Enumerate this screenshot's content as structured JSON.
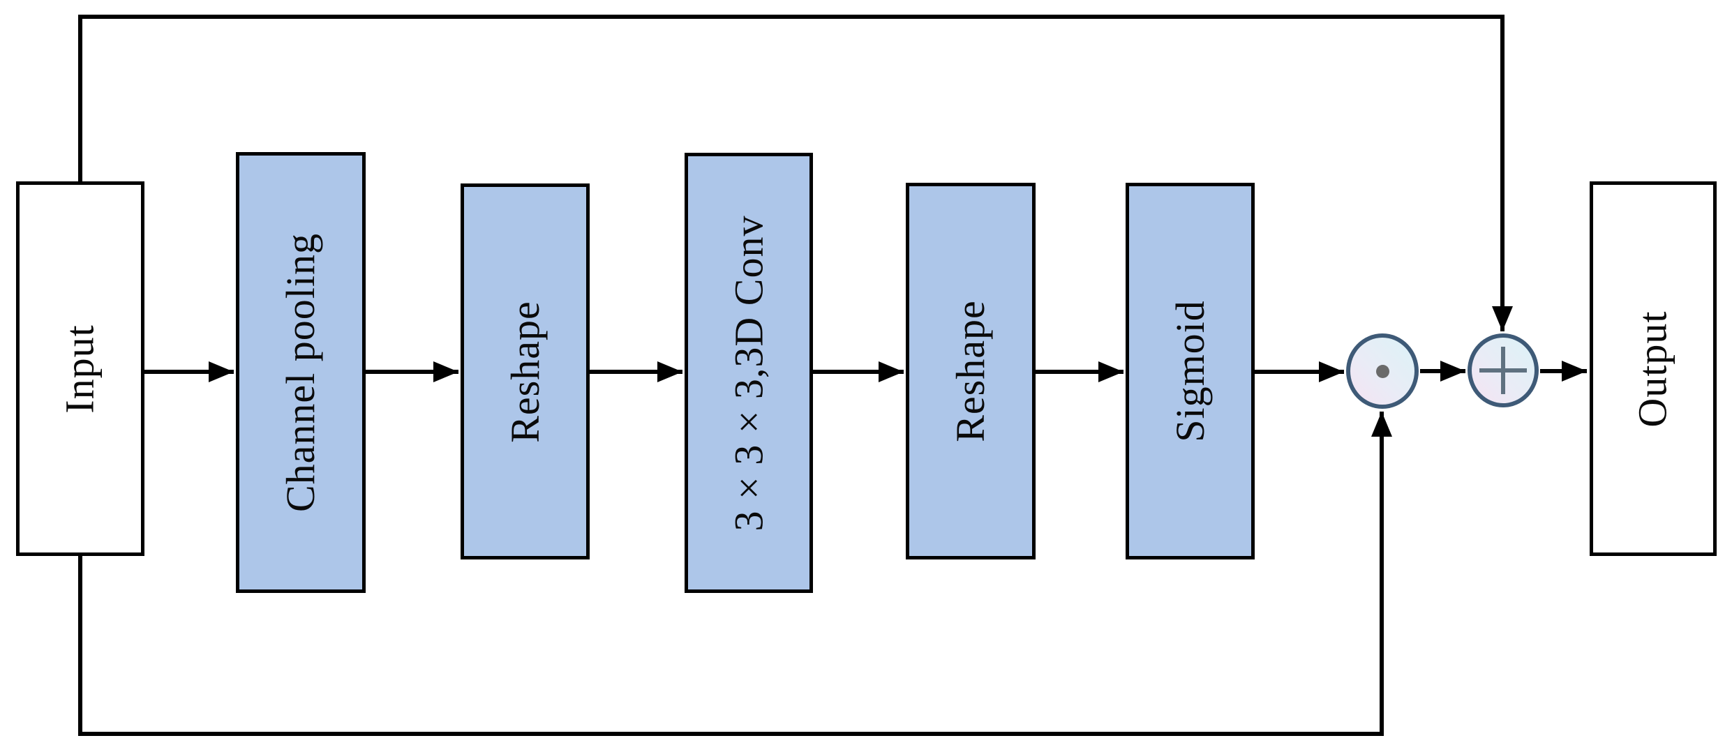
{
  "figure": {
    "kind": "neural-network-block-diagram",
    "blocks": [
      {
        "id": "input",
        "label": "Input",
        "fill": "#ffffff"
      },
      {
        "id": "channel-pooling",
        "label": "Channel pooling",
        "fill": "#adc6e9"
      },
      {
        "id": "reshape-1",
        "label": "Reshape",
        "fill": "#adc6e9"
      },
      {
        "id": "conv3d",
        "label": "3 × 3 × 3,3D Conv",
        "fill": "#adc6e9"
      },
      {
        "id": "reshape-2",
        "label": "Reshape",
        "fill": "#adc6e9"
      },
      {
        "id": "sigmoid",
        "label": "Sigmoid",
        "fill": "#adc6e9"
      },
      {
        "id": "output",
        "label": "Output",
        "fill": "#ffffff"
      }
    ],
    "operators": [
      {
        "id": "elementwise-multiply",
        "icon": "dot-in-circle"
      },
      {
        "id": "elementwise-add",
        "icon": "plus-in-circle"
      }
    ],
    "colors": {
      "block_fill": "#adc6e9",
      "block_border": "#000000",
      "io_fill": "#ffffff",
      "operator_border": "#3e5a77",
      "operator_gradient_start": "#dcf2f7",
      "operator_gradient_end": "#f5e3f3",
      "operator_glyph": "#5f7180",
      "wire": "#000000",
      "text": "#0a0a0a"
    }
  }
}
